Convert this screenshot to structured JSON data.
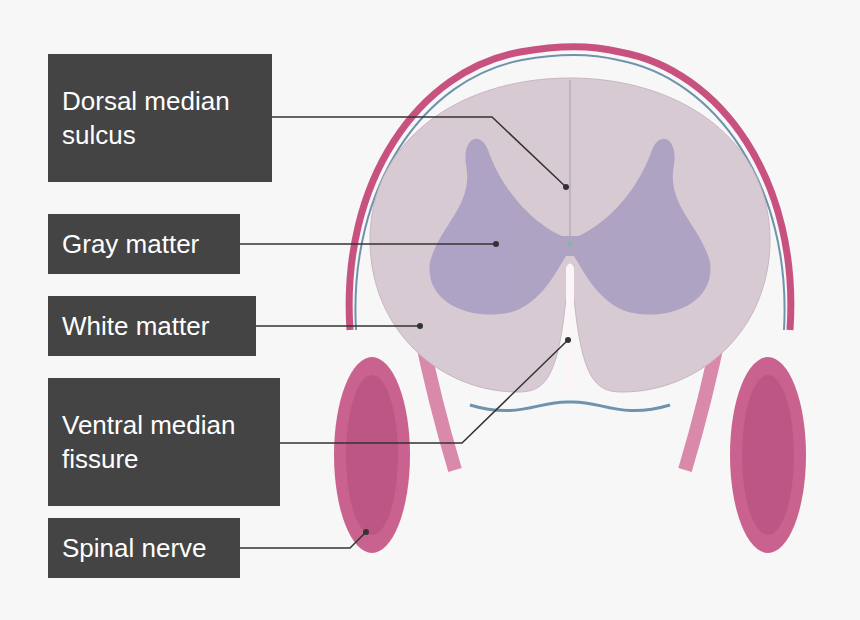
{
  "diagram": {
    "nodes": [
      {
        "text": [
          "Dorsal median sulcus"
        ]
      },
      {
        "text": [
          "Gray matter"
        ]
      },
      {
        "text": [
          "White matter"
        ]
      },
      {
        "text": [
          "Ventral median fissure"
        ]
      },
      {
        "text": [
          "Spinal nerve"
        ]
      }
    ]
  }
}
